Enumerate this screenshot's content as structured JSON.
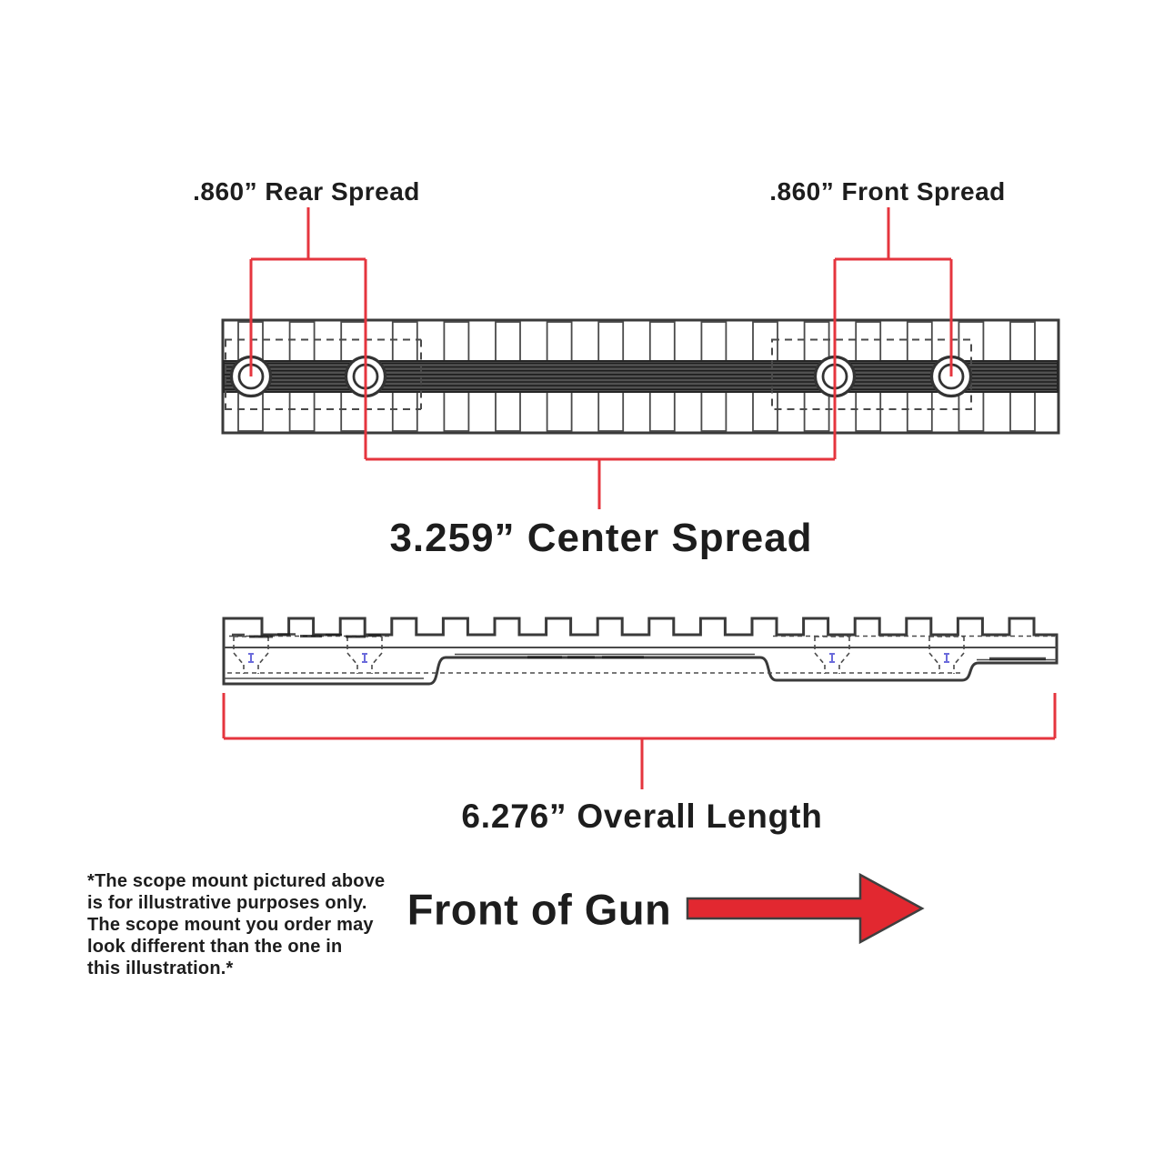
{
  "colors": {
    "accent_red": "#e5353e",
    "arrow_red": "#e22830",
    "line_dark": "#3a3a3a",
    "text_color": "#1d1d1d",
    "bg": "#ffffff"
  },
  "top_view": {
    "description": "scope mount top view with four screw holes",
    "rear_spread_label": ".860” Rear Spread",
    "front_spread_label": ".860” Front Spread",
    "center_spread_label": "3.259” Center Spread"
  },
  "side_view": {
    "description": "scope mount side profile view",
    "overall_length_label": "6.276” Overall Length"
  },
  "footer": {
    "direction_label": "Front of Gun",
    "direction_icon": "arrow-right",
    "disclaimer": "*The scope mount pictured above\nis for illustrative purposes only.\nThe scope mount you order may\nlook different than the one in\nthis illustration.*"
  }
}
